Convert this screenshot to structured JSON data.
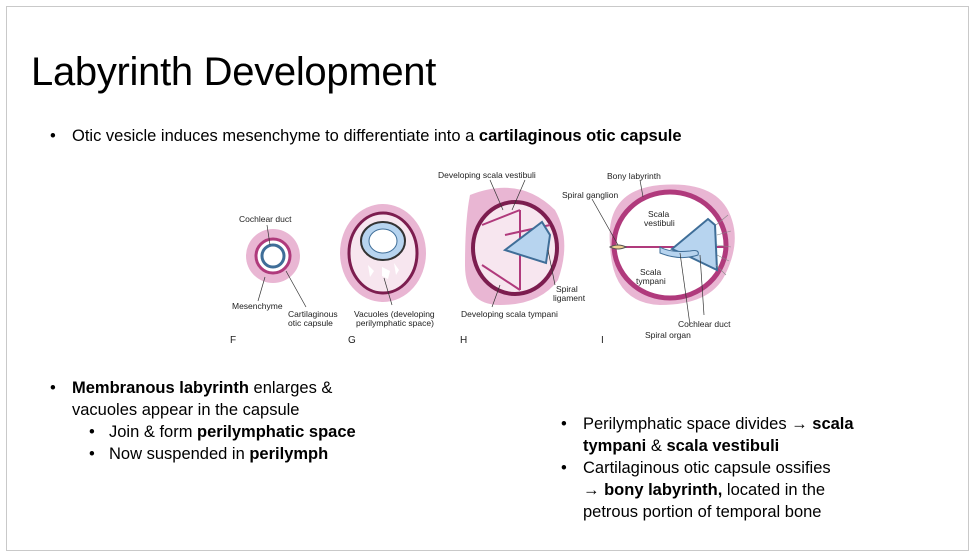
{
  "slide": {
    "title": "Labyrinth Development",
    "bullet_top": {
      "text": "Otic vesicle induces mesenchyme to differentiate into a ",
      "bold": "cartilaginous otic capsule"
    },
    "left_bullets": {
      "main_bold": "Membranous labyrinth",
      "main_line1_rest": " enlarges &",
      "main_line2": "vacuoles appear in the capsule",
      "sub1_text": "Join & form ",
      "sub1_bold": "perilymphatic space",
      "sub2_text": "Now suspended in ",
      "sub2_bold": "perilymph"
    },
    "right_bullets": {
      "b1_line1_text": "Perilymphatic space divides → ",
      "b1_line1_bold": "scala",
      "b1_line2_bold1": "tympani",
      "b1_line2_mid": " & ",
      "b1_line2_bold2": "scala vestibuli",
      "b2_line1": "Cartilaginous otic capsule ossifies",
      "b2_line2_bold": "→ bony labyrinth,",
      "b2_line2_rest": " located in the",
      "b2_line3": "petrous portion of temporal bone"
    }
  },
  "figure": {
    "panel_letters": [
      "F",
      "G",
      "H",
      "I"
    ],
    "labels": {
      "cochlear_duct": "Cochlear duct",
      "mesenchyme": "Mesenchyme",
      "cart_capsule_1": "Cartilaginous",
      "cart_capsule_2": "otic capsule",
      "vacuoles_1": "Vacuoles (developing",
      "vacuoles_2": "perilymphatic space)",
      "dev_scala_vestibuli": "Developing scala vestibuli",
      "dev_scala_tympani": "Developing scala tympani",
      "spiral_ligament_1": "Spiral",
      "spiral_ligament_2": "ligament",
      "bony_labyrinth": "Bony labyrinth",
      "spiral_ganglion": "Spiral ganglion",
      "scala_vestibuli_1": "Scala",
      "scala_vestibuli_2": "vestibuli",
      "scala_tympani_1": "Scala",
      "scala_tympani_2": "tympani",
      "cochlear_duct_i": "Cochlear duct",
      "spiral_organ": "Spiral organ"
    },
    "colors": {
      "outer_pink": "#e9b6d3",
      "capsule_ring": "#b03a7c",
      "dark_ring": "#7c1d4f",
      "duct_blue": "#b7d4ef",
      "duct_stroke": "#3f6e98"
    }
  }
}
